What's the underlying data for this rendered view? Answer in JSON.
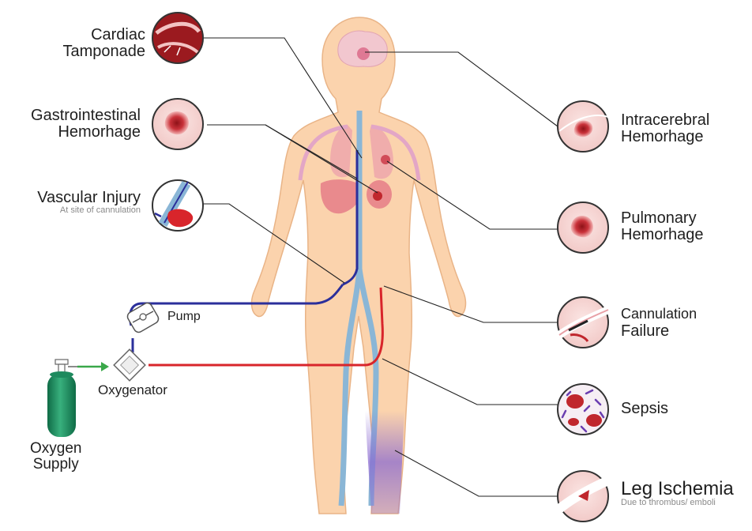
{
  "labels": {
    "cardiac_1": "Cardiac",
    "cardiac_2": "Tamponade",
    "gi_1": "Gastrointestinal",
    "gi_2": "Hemorhage",
    "vascular": "Vascular Injury",
    "vascular_sub": "At site of cannulation",
    "intracerebral_1": "Intracerebral",
    "intracerebral_2": "Hemorhage",
    "pulmonary_1": "Pulmonary",
    "pulmonary_2": "Hemorhage",
    "cannulation_1": "Cannulation",
    "cannulation_2": "Failure",
    "sepsis": "Sepsis",
    "leg": "Leg Ischemia",
    "leg_sub": "Due to thrombus/ emboli",
    "pump": "Pump",
    "oxygenator": "Oxygenator",
    "oxygen_1": "Oxygen",
    "oxygen_2": "Supply"
  },
  "colors": {
    "skin": "#fbd3ad",
    "skin_outline": "#e9b487",
    "venous_line": "#2b2f9b",
    "arterial_line": "#d8252b",
    "vessel": "#8ab6d6",
    "oxygen_tank": "#1e8a5e",
    "arrow": "#3aa84a",
    "lesion": "#c0272d",
    "circle_bg": "#f7d6d6",
    "ischemia": "#8a6ad0"
  },
  "icons": [
    "cardiac-tamponade-icon",
    "gi-hemorrhage-icon",
    "vascular-injury-icon",
    "intracerebral-hemorrhage-icon",
    "pulmonary-hemorrhage-icon",
    "cannulation-failure-icon",
    "sepsis-icon",
    "leg-ischemia-icon",
    "pump-icon",
    "oxygenator-icon",
    "oxygen-tank-icon"
  ]
}
